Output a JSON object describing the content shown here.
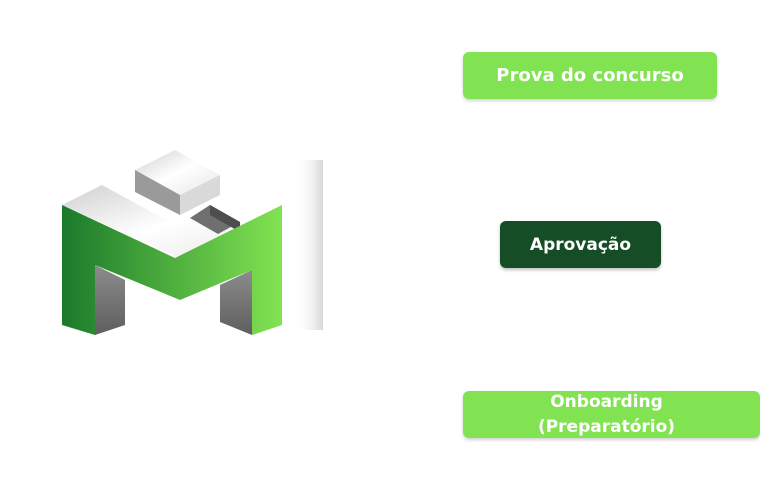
{
  "logo": {
    "icon": "3d-m-logo-icon",
    "colors": {
      "green_dark": "#1b7a2b",
      "green_light": "#7fe04f",
      "gray_light": "#f2f2f2",
      "gray_dark": "#6e6e6e"
    }
  },
  "steps": {
    "prova": {
      "label": "Prova do concurso",
      "color": "#82e352"
    },
    "aprovacao": {
      "label": "Aprovação",
      "color": "#144d26"
    },
    "onboarding": {
      "line1": "Onboarding",
      "line2": "(Preparatório)",
      "color": "#82e352"
    }
  }
}
